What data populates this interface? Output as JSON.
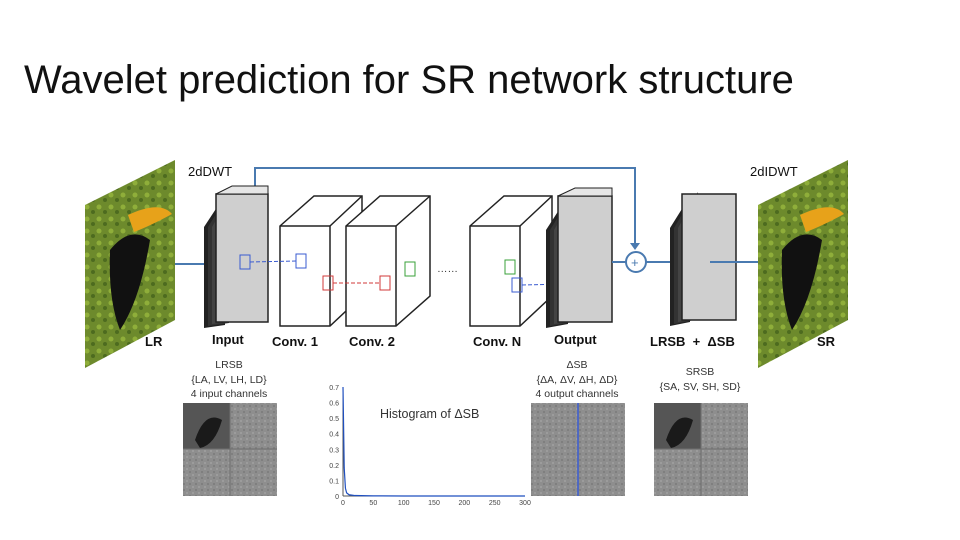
{
  "slide": {
    "title": "Wavelet prediction for SR network structure"
  },
  "diagram": {
    "top_left_label": "2dDWT",
    "top_right_label": "2dIDWT",
    "lr_label": "LR",
    "sr_label": "SR",
    "stages": [
      "Input",
      "Conv. 1",
      "Conv. 2",
      "Conv. N",
      "Output"
    ],
    "ellipsis": "……",
    "merge_symbol": "+",
    "merge_label": "LRSB  +  ΔSB",
    "lrsb_caption": [
      "LRSB",
      "{LA, LV, LH, LD}",
      "4 input channels"
    ],
    "dsb_caption": [
      "ΔSB",
      "{ΔA, ΔV, ΔH, ΔD}",
      "4 output channels"
    ],
    "srsb_caption": [
      "SRSB",
      "{SA, SV, SH, SD}"
    ]
  },
  "histogram": {
    "title": "Histogram of ΔSB",
    "chart_data": {
      "type": "line",
      "title": "Histogram of ΔSB",
      "x": [
        0,
        2,
        4,
        6,
        10,
        20,
        50,
        100,
        150,
        200,
        250,
        300
      ],
      "y": [
        0.7,
        0.18,
        0.05,
        0.02,
        0.008,
        0.003,
        0.001,
        0.0,
        0.0,
        0.0,
        0.0,
        0.0
      ],
      "xlim": [
        0,
        300
      ],
      "ylim": [
        0,
        0.7
      ],
      "xticks": [
        "0",
        "50",
        "100",
        "150",
        "200",
        "250",
        "300"
      ],
      "yticks": [
        "0",
        "0.1",
        "0.2",
        "0.3",
        "0.4",
        "0.5",
        "0.6",
        "0.7"
      ],
      "grid": false
    }
  }
}
